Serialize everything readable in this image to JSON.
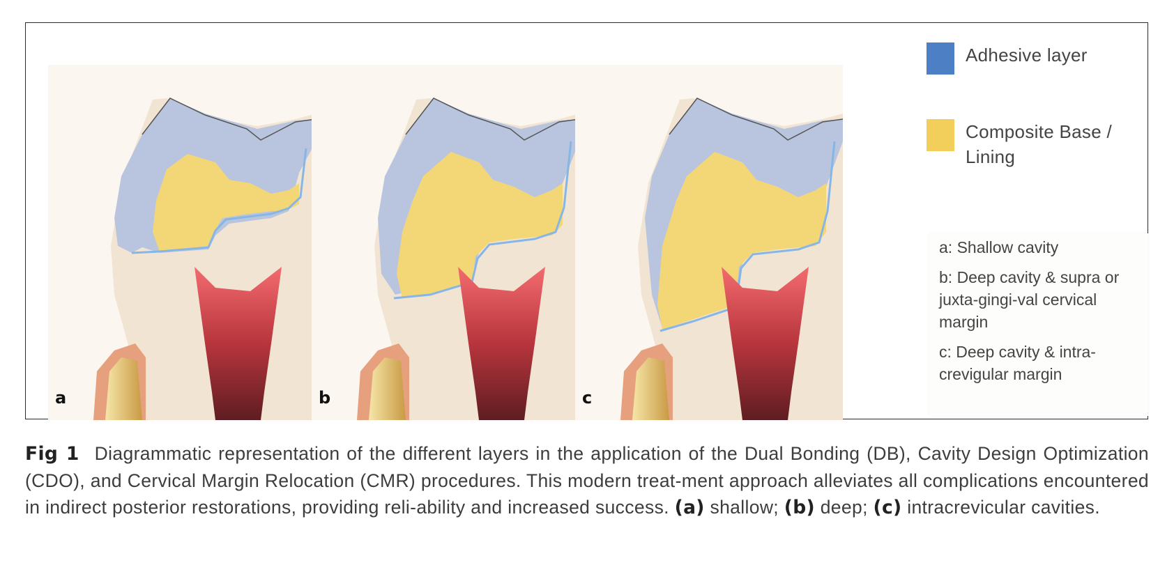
{
  "panels": [
    {
      "letter": "a"
    },
    {
      "letter": "b"
    },
    {
      "letter": "c"
    }
  ],
  "legend": [
    {
      "label": "Adhesive layer",
      "color": "#4d7fc4"
    },
    {
      "label": "Composite Base / Lining",
      "color": "#f2cf5b"
    }
  ],
  "notes": [
    "a: Shallow cavity",
    "b: Deep cavity & supra or juxta-gingi-val cervical margin",
    "c: Deep cavity & intra-crevigular margin"
  ],
  "caption": {
    "label": "Fig 1",
    "text": "Diagrammatic representation of the different layers in the application of the Dual Bonding (DB), Cavity Design Optimization (CDO), and Cervical Margin Relocation (CMR) procedures. This modern treat-ment approach alleviates all complications encountered in indirect posterior restorations, providing reli-ability and increased success.",
    "a_label": "(a)",
    "a_text": "shallow;",
    "b_label": "(b)",
    "b_text": "deep;",
    "c_label": "(c)",
    "c_text": "intracrevicular cavities."
  },
  "colors": {
    "enamel": "#b9c5df",
    "dentin": "#f3e3cf",
    "pulp_top": "#ef6a6a",
    "pulp_bottom": "#6a1f24",
    "gingiva": "#e7a07e",
    "bone": "#e6c77a",
    "adhesive_line": "#86b6e6"
  }
}
